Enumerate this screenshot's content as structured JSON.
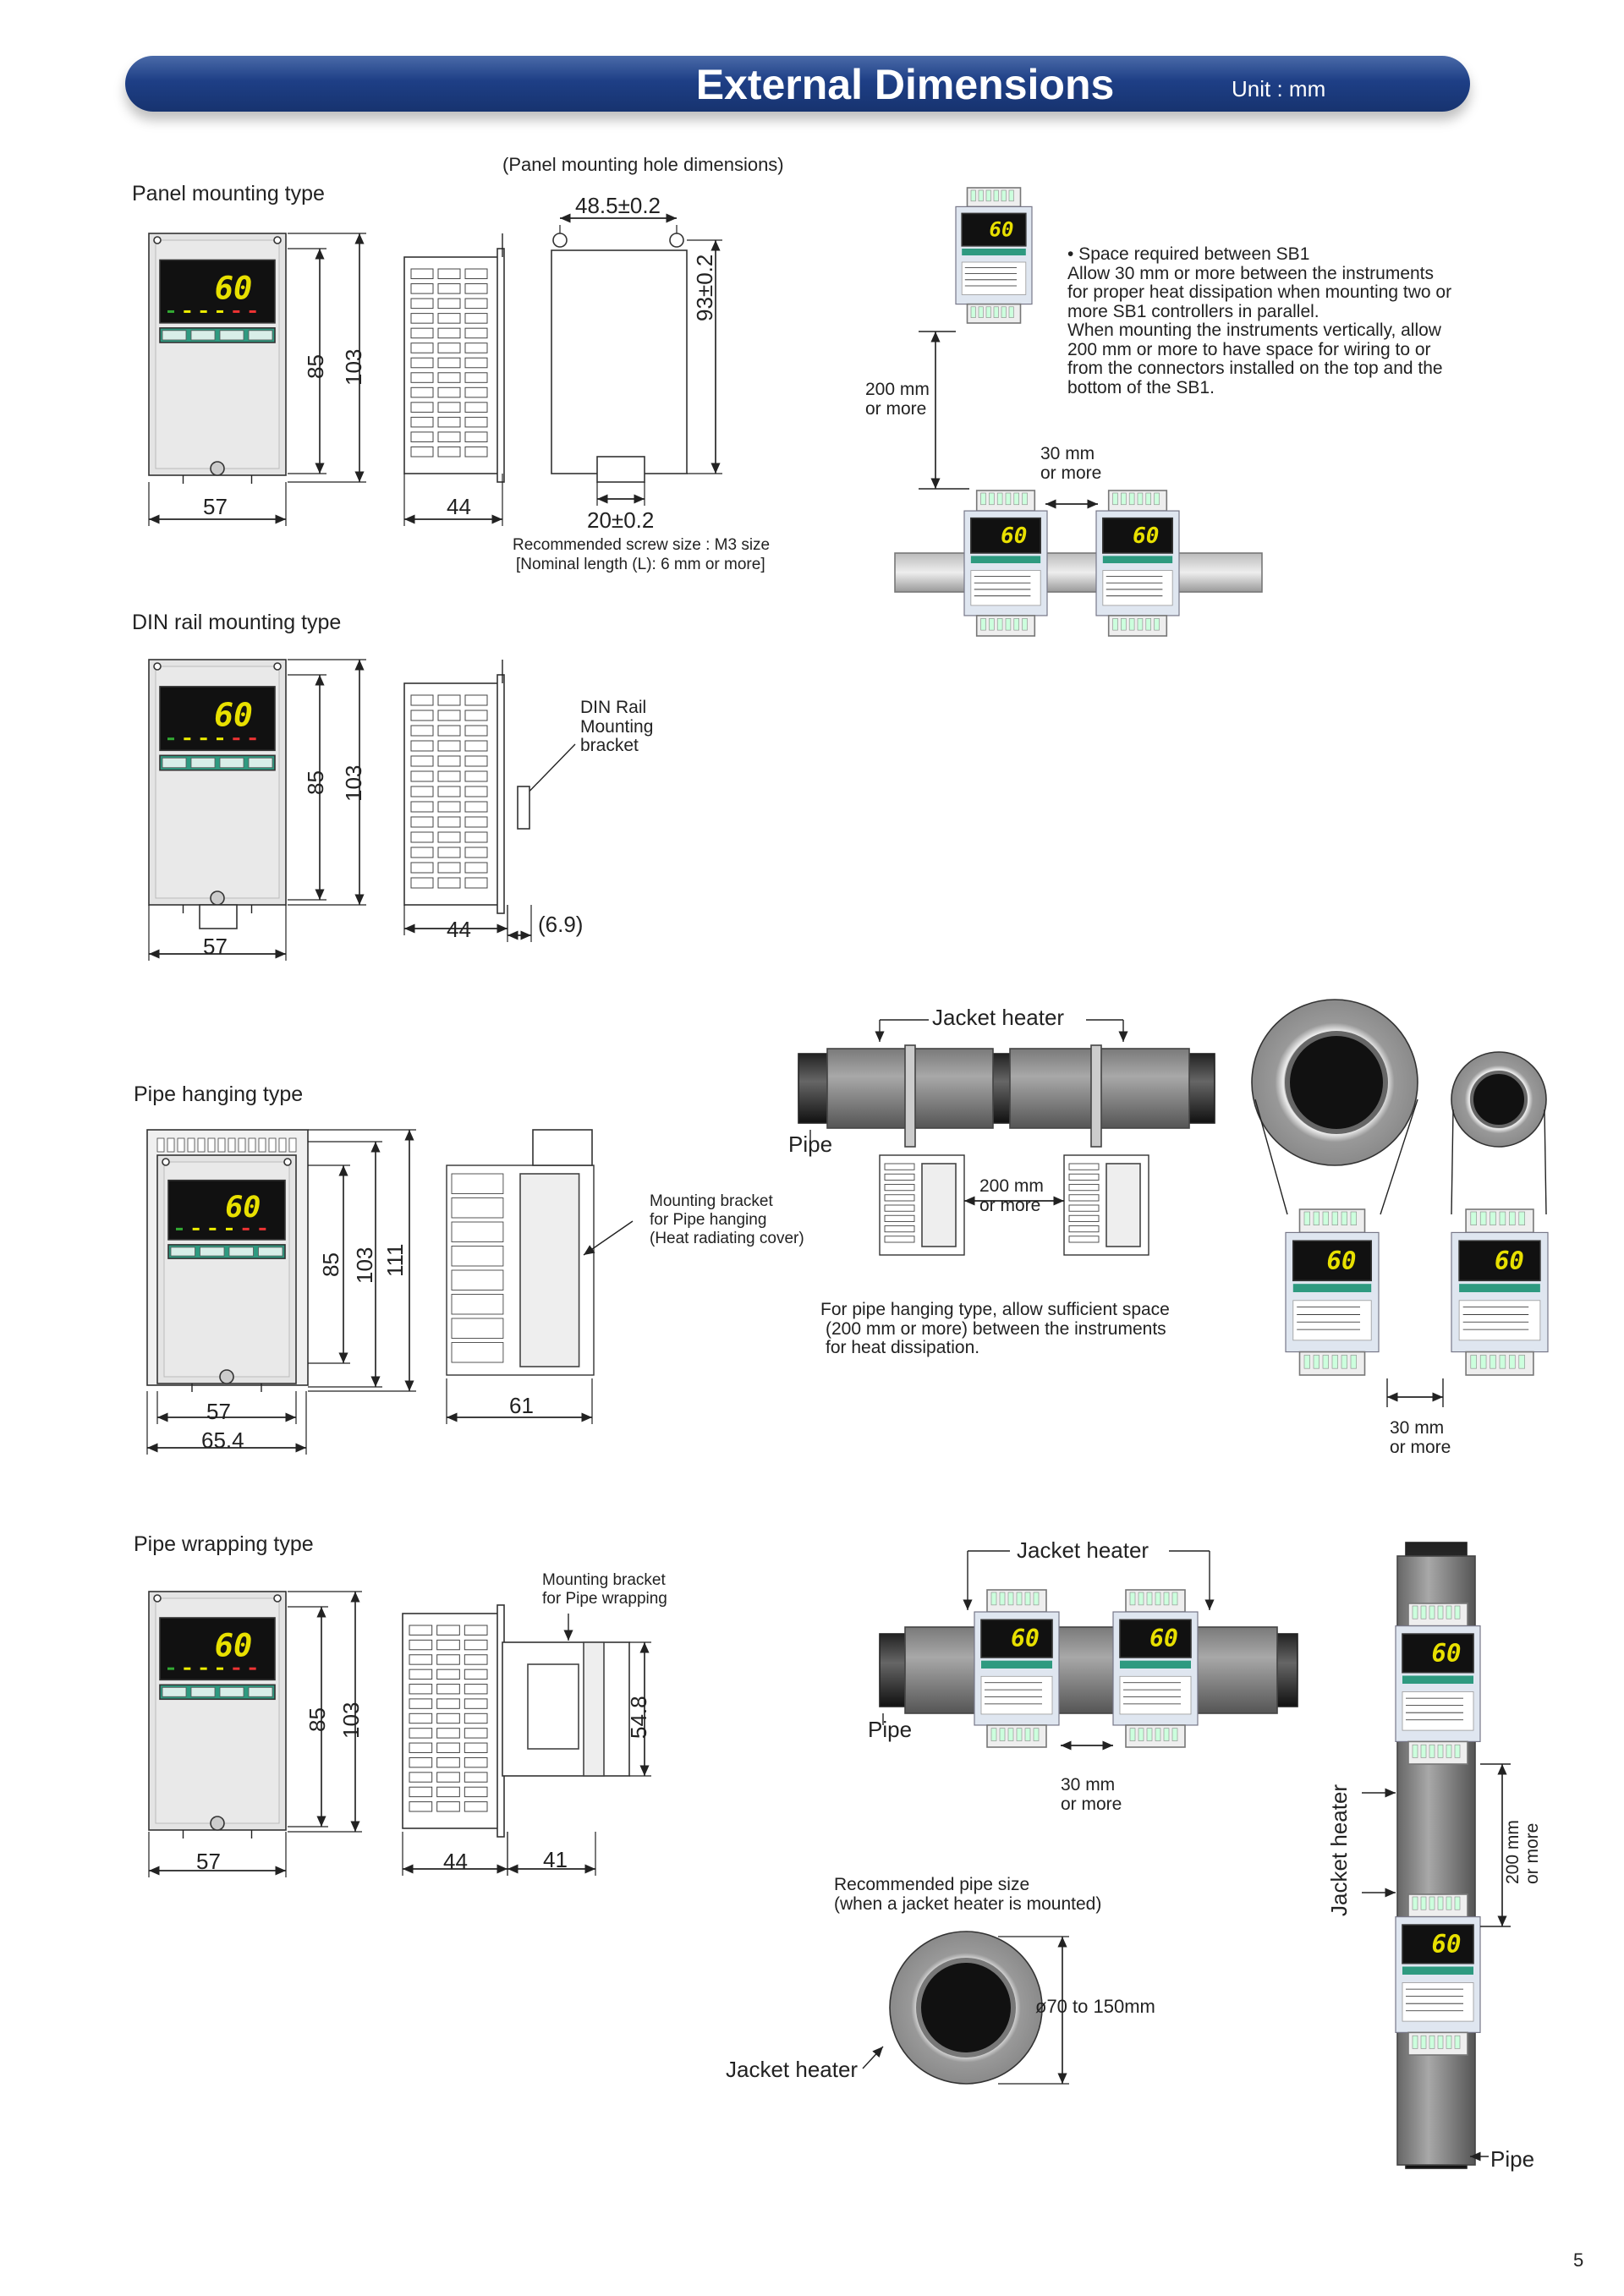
{
  "header": {
    "title": "External Dimensions",
    "unit": "Unit : mm"
  },
  "display_value": "60",
  "panel": {
    "title": "Panel mounting type",
    "hole_caption": "(Panel mounting hole dimensions)",
    "dim_width": "57",
    "dim_depth": "44",
    "dim_h1": "85",
    "dim_h2": "103",
    "hole_width": "48.5±0.2",
    "hole_height": "93±0.2",
    "hole_bottom": "20±0.2",
    "screw_line1": "Recommended screw size : M3 size",
    "screw_line2": "[Nominal length (L): 6 mm or more]"
  },
  "spacing": {
    "bullet_lines": [
      "• Space required between SB1",
      "Allow 30 mm or more between the instruments",
      "for proper heat dissipation when mounting two or",
      "more SB1 controllers in parallel.",
      "When mounting the instruments vertically, allow",
      "200 mm or more to have space for wiring to or",
      "from the connectors installed on the top and the",
      "bottom of the SB1."
    ],
    "vertical_1": "200 mm",
    "vertical_2": "or more",
    "horizontal_1": "30 mm",
    "horizontal_2": "or more"
  },
  "din": {
    "title": "DIN rail mounting type",
    "bracket_lines": [
      "DIN Rail",
      "Mounting",
      "bracket"
    ],
    "dim_width": "57",
    "dim_depth": "44",
    "dim_extra": "(6.9)",
    "dim_h1": "85",
    "dim_h2": "103"
  },
  "pipe_hang": {
    "title": "Pipe hanging type",
    "bracket_lines": [
      "Mounting bracket",
      "for Pipe hanging",
      "(Heat radiating cover)"
    ],
    "dim_width": "57",
    "dim_width2": "65.4",
    "dim_depth": "61",
    "dim_h1": "85",
    "dim_h2": "103",
    "dim_h3": "111",
    "jacket_heater": "Jacket heater",
    "pipe": "Pipe",
    "gap_1": "200 mm",
    "gap_2": "or more",
    "note_lines": [
      "For pipe hanging type, allow sufficient space",
      "(200 mm or more) between the instruments",
      "for heat dissipation."
    ],
    "side_gap_1": "30 mm",
    "side_gap_2": "or more"
  },
  "pipe_wrap": {
    "title": "Pipe wrapping type",
    "bracket_lines": [
      "Mounting bracket",
      "for Pipe wrapping"
    ],
    "dim_width": "57",
    "dim_depth": "44",
    "dim_depth2": "41",
    "dim_h1": "85",
    "dim_h2": "103",
    "dim_bracket": "54.8",
    "jacket_heater": "Jacket heater",
    "pipe": "Pipe",
    "gap_1": "30 mm",
    "gap_2": "or more",
    "pipe_size_1": "Recommended pipe size",
    "pipe_size_2": "(when a jacket heater is mounted)",
    "pipe_range": "ø70 to 150mm",
    "jacket_heater_circle": "Jacket heater",
    "vert_jacket": "Jacket heater",
    "vert_gap_1": "200 mm",
    "vert_gap_2": "or more",
    "vert_pipe": "Pipe"
  },
  "page_number": "5"
}
